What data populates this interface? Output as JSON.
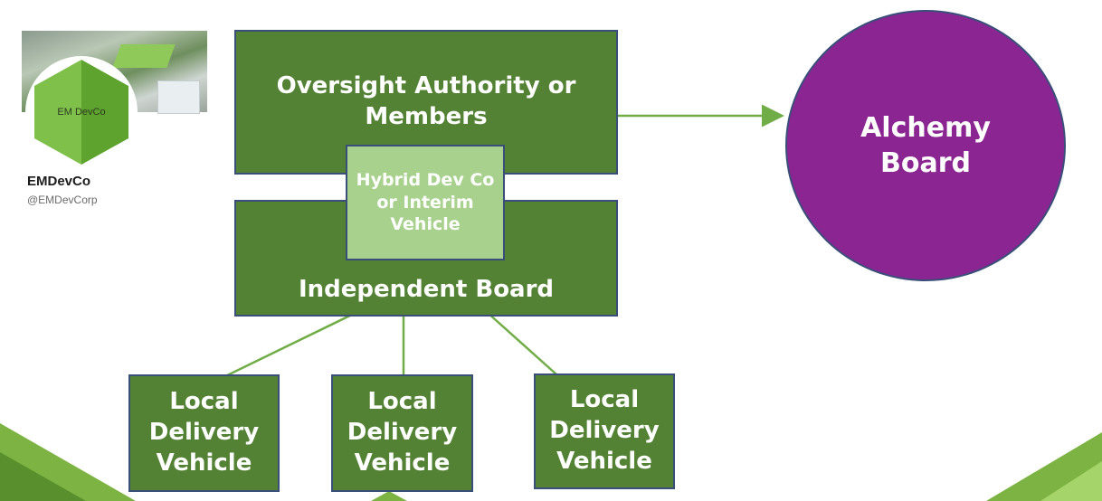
{
  "profile": {
    "avatar_text": "EM DevCo",
    "name": "EMDevCo",
    "handle": "@EMDevCorp"
  },
  "diagram": {
    "oversight": "Oversight Authority or\nMembers",
    "hybrid": "Hybrid Dev Co\nor Interim\nVehicle",
    "independent": "Independent Board",
    "alchemy": "Alchemy\nBoard",
    "local_1": "Local\nDelivery\nVehicle",
    "local_2": "Local\nDelivery\nVehicle",
    "local_3": "Local\nDelivery\nVehicle"
  },
  "colors": {
    "box_green": "#548235",
    "light_green": "#a9d18e",
    "connector_green": "#70ad47",
    "alchemy_purple": "#8b2592",
    "border_navy": "#3a4e7a"
  }
}
